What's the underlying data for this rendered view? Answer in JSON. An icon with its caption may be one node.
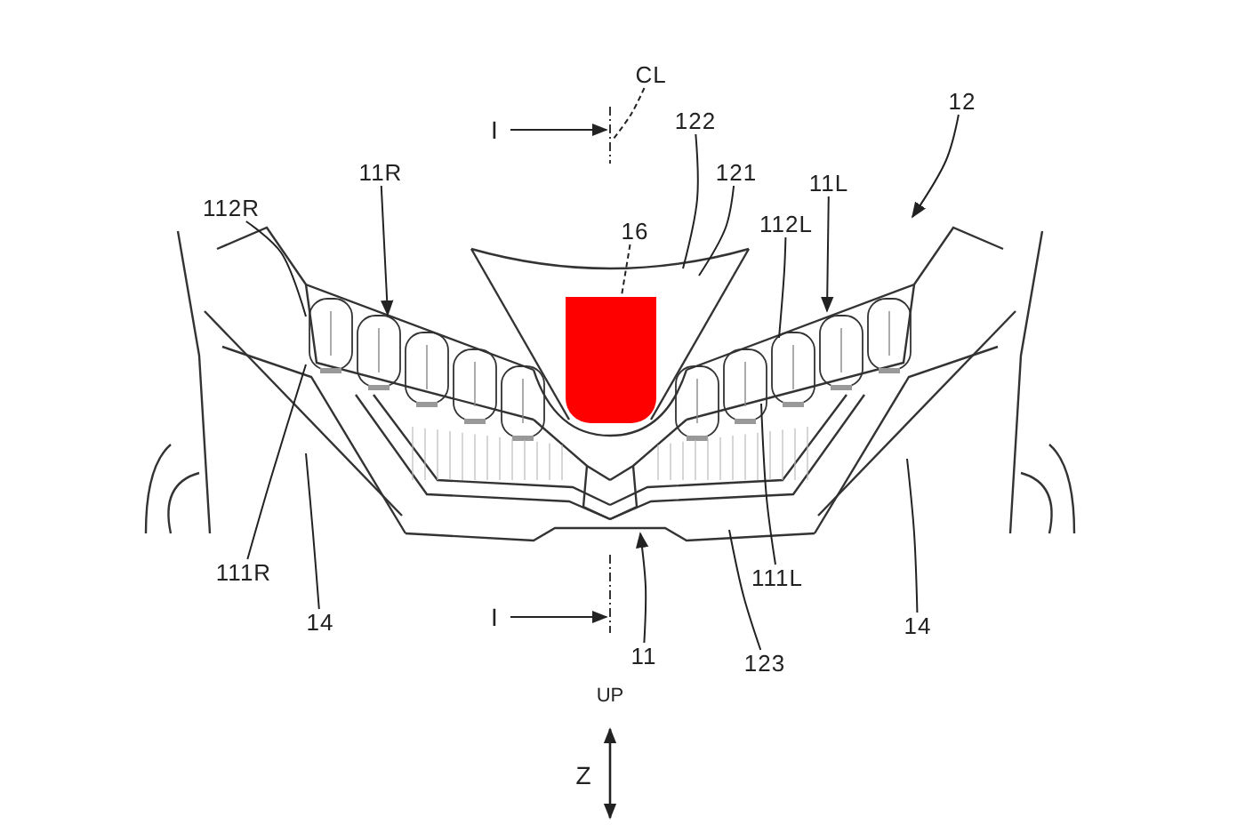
{
  "diagram": {
    "nodes": [
      {
        "text": [
          "CL"
        ]
      },
      {
        "text": [
          "12"
        ]
      },
      {
        "text": [
          "122"
        ]
      },
      {
        "text": [
          "11R"
        ]
      },
      {
        "text": [
          "121"
        ]
      },
      {
        "text": [
          "11L"
        ]
      },
      {
        "text": [
          "112R"
        ]
      },
      {
        "text": [
          "16"
        ]
      },
      {
        "text": [
          "112L"
        ]
      },
      {
        "text": [],
        "shape": "box"
      },
      {
        "text": [
          "111R"
        ]
      },
      {
        "text": [
          "111L"
        ]
      },
      {
        "text": [
          "14"
        ]
      },
      {
        "text": [
          "14"
        ]
      },
      {
        "text": [
          "11"
        ]
      },
      {
        "text": [
          "123"
        ]
      }
    ],
    "edges": [
      {
        "from": 0,
        "to": null,
        "arrow": "none",
        "style": "dashed"
      },
      {
        "from": 1,
        "to": null,
        "arrow": "to"
      },
      {
        "from": 2,
        "to": null,
        "arrow": "none"
      },
      {
        "from": 3,
        "to": null,
        "arrow": "to"
      },
      {
        "from": 4,
        "to": null,
        "arrow": "none"
      },
      {
        "from": 5,
        "to": null,
        "arrow": "to"
      },
      {
        "from": 6,
        "to": null,
        "arrow": "none"
      },
      {
        "from": 7,
        "to": 9,
        "arrow": "none",
        "style": "dashed"
      },
      {
        "from": 8,
        "to": null,
        "arrow": "none"
      },
      {
        "from": 10,
        "to": null,
        "arrow": "none"
      },
      {
        "from": 11,
        "to": null,
        "arrow": "none"
      },
      {
        "from": 12,
        "to": null,
        "arrow": "none"
      },
      {
        "from": 13,
        "to": null,
        "arrow": "none"
      },
      {
        "from": 14,
        "to": null,
        "arrow": "to"
      },
      {
        "from": 15,
        "to": null,
        "arrow": "none"
      }
    ],
    "labels": [
      "I",
      "I",
      "UP",
      "Z"
    ]
  }
}
